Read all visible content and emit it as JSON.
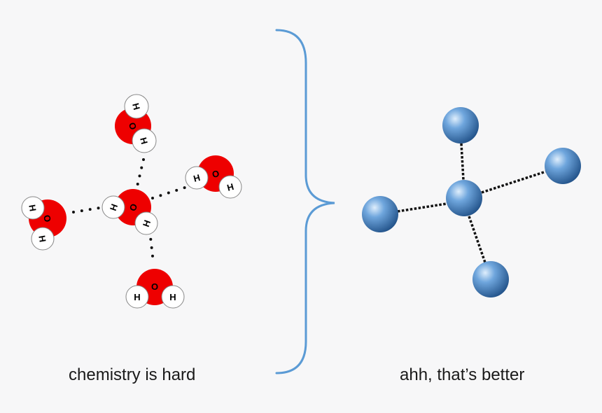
{
  "left_panel": {
    "caption": "chemistry is hard",
    "atom_labels": {
      "oxygen": "O",
      "hydrogen": "H"
    },
    "molecule_count": 5,
    "hydrogen_bond_count": 4
  },
  "divider": {
    "icon": "curly-brace-icon",
    "color": "#5b9bd5"
  },
  "right_panel": {
    "caption": "ahh, that’s better",
    "sphere_count": 5,
    "bond_count": 4
  },
  "colors": {
    "oxygen": "#ee0000",
    "hydrogen": "#ffffff",
    "sphere": "#4f87c6",
    "text": "#1a1a1a",
    "background": "#f7f7f8"
  }
}
